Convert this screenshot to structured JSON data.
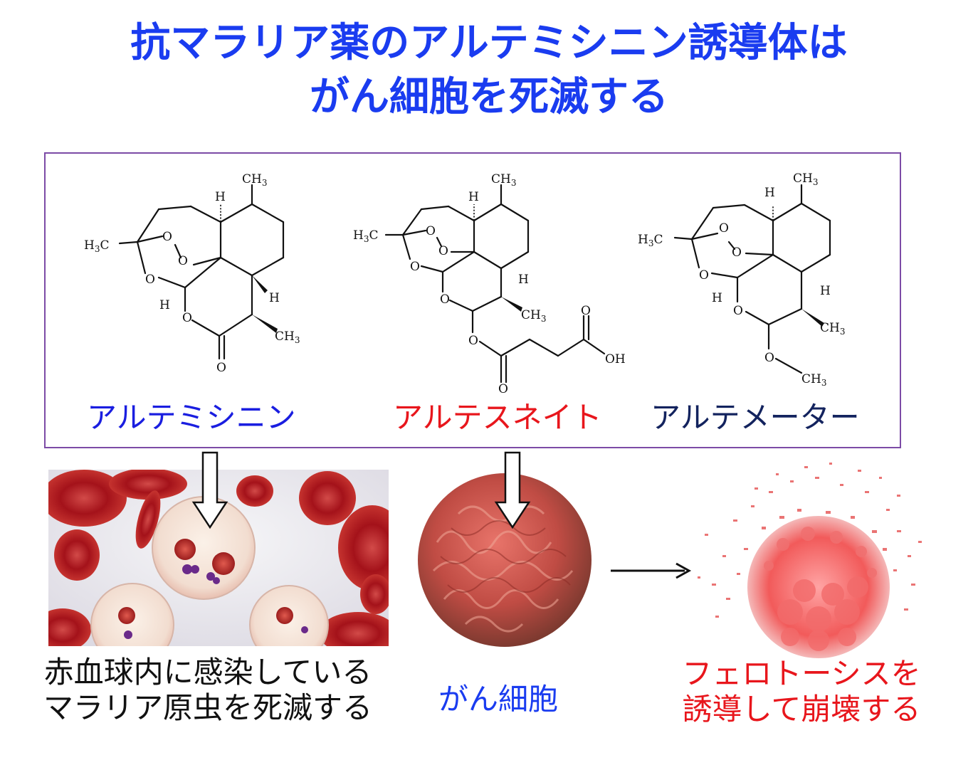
{
  "title": {
    "line1": "抗マラリア薬のアルテミシニン誘導体は",
    "line2": "がん細胞を死滅する",
    "color": "#1a3cf0"
  },
  "box_border_color": "#7c4ba6",
  "molecules": [
    {
      "name": "アルテミシニン",
      "color": "#1a1ee0",
      "labels": {
        "ch3_top": "CH",
        "ch3_top_sub": "3",
        "h_top": "H",
        "h3c": "H",
        "h3c_sub": "3",
        "h3c_c": "C",
        "o1": "O",
        "o2": "O",
        "o3": "O",
        "h_left": "H",
        "o4": "O",
        "h_right": "H",
        "ch3_right": "CH",
        "ch3_right_sub": "3",
        "o_carbonyl": "O"
      }
    },
    {
      "name": "アルテスネイト",
      "color": "#e8161c",
      "labels": {
        "ch3_top": "CH",
        "ch3_top_sub": "3",
        "h_top": "H",
        "h3c": "H",
        "h3c_sub": "3",
        "h3c_c": "C",
        "o1": "O",
        "o2": "O",
        "o3": "O",
        "h_right": "H",
        "o4": "O",
        "ch3_right": "CH",
        "ch3_right_sub": "3",
        "o5": "O",
        "o_carbonyl1": "O",
        "o_carbonyl2": "O",
        "oh": "OH"
      }
    },
    {
      "name": "アルテメーター",
      "color": "#13235e",
      "labels": {
        "ch3_top": "CH",
        "ch3_top_sub": "3",
        "h_top": "H",
        "h3c": "H",
        "h3c_sub": "3",
        "h3c_c": "C",
        "o1": "O",
        "o2": "O",
        "o3": "O",
        "h_left": "H",
        "h_right": "H",
        "o4": "O",
        "ch3_right": "CH",
        "ch3_right_sub": "3",
        "o5": "O",
        "och3": "CH",
        "och3_sub": "3"
      }
    }
  ],
  "captions": {
    "malaria": {
      "line1": "赤血球内に感染している",
      "line2": "マラリア原虫を死滅する",
      "color": "#111111"
    },
    "cancer": {
      "text": "がん細胞",
      "color": "#1a3cf0"
    },
    "ferroptosis": {
      "line1": "フェロトーシスを",
      "line2": "誘導して崩壊する",
      "color": "#e8161c"
    }
  }
}
